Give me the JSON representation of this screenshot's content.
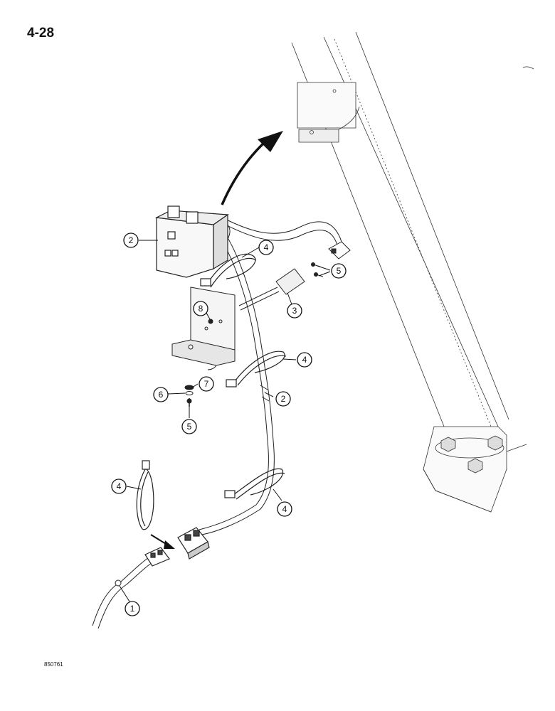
{
  "page_number": "4-28",
  "figure_code": "850761",
  "callouts": {
    "c1": "1",
    "c2a": "2",
    "c2b": "2",
    "c3": "3",
    "c4a": "4",
    "c4b": "4",
    "c4c": "4",
    "c4d": "4",
    "c5a": "5",
    "c5b": "5",
    "c6": "6",
    "c7": "7",
    "c8": "8"
  }
}
